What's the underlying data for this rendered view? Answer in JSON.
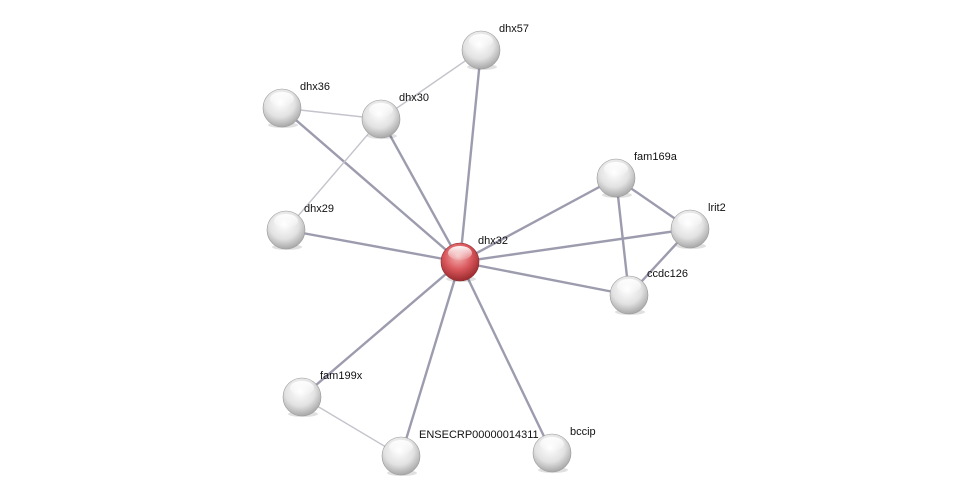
{
  "nodes": [
    {
      "id": "dhx32",
      "label": "dhx32",
      "query": true
    },
    {
      "id": "dhx57",
      "label": "dhx57"
    },
    {
      "id": "dhx36",
      "label": "dhx36"
    },
    {
      "id": "dhx30",
      "label": "dhx30"
    },
    {
      "id": "dhx29",
      "label": "dhx29"
    },
    {
      "id": "fam169a",
      "label": "fam169a"
    },
    {
      "id": "lrit2",
      "label": "lrit2"
    },
    {
      "id": "ccdc126",
      "label": "ccdc126"
    },
    {
      "id": "fam199x",
      "label": "fam199x"
    },
    {
      "id": "ense",
      "label": "ENSECRP00000014311"
    },
    {
      "id": "bccip",
      "label": "bccip"
    }
  ],
  "edges": [
    {
      "a": "dhx32",
      "b": "dhx57",
      "strength": "strong"
    },
    {
      "a": "dhx32",
      "b": "dhx36",
      "strength": "strong"
    },
    {
      "a": "dhx32",
      "b": "dhx30",
      "strength": "strong"
    },
    {
      "a": "dhx32",
      "b": "dhx29",
      "strength": "strong"
    },
    {
      "a": "dhx32",
      "b": "fam169a",
      "strength": "strong"
    },
    {
      "a": "dhx32",
      "b": "lrit2",
      "strength": "strong"
    },
    {
      "a": "dhx32",
      "b": "ccdc126",
      "strength": "strong"
    },
    {
      "a": "dhx32",
      "b": "fam199x",
      "strength": "strong"
    },
    {
      "a": "dhx32",
      "b": "ense",
      "strength": "strong"
    },
    {
      "a": "dhx32",
      "b": "bccip",
      "strength": "strong"
    },
    {
      "a": "dhx36",
      "b": "dhx30",
      "strength": "weak"
    },
    {
      "a": "dhx30",
      "b": "dhx57",
      "strength": "weak"
    },
    {
      "a": "dhx30",
      "b": "dhx29",
      "strength": "weak"
    },
    {
      "a": "fam169a",
      "b": "lrit2",
      "strength": "strong"
    },
    {
      "a": "fam169a",
      "b": "ccdc126",
      "strength": "strong"
    },
    {
      "a": "lrit2",
      "b": "ccdc126",
      "strength": "strong"
    },
    {
      "a": "fam199x",
      "b": "ense",
      "strength": "weak"
    }
  ],
  "colors": {
    "query_node": "#d9575c",
    "node": "#e6e6e6",
    "edge_strong": "#9c9cae",
    "edge_weak": "#c4c4cc"
  }
}
